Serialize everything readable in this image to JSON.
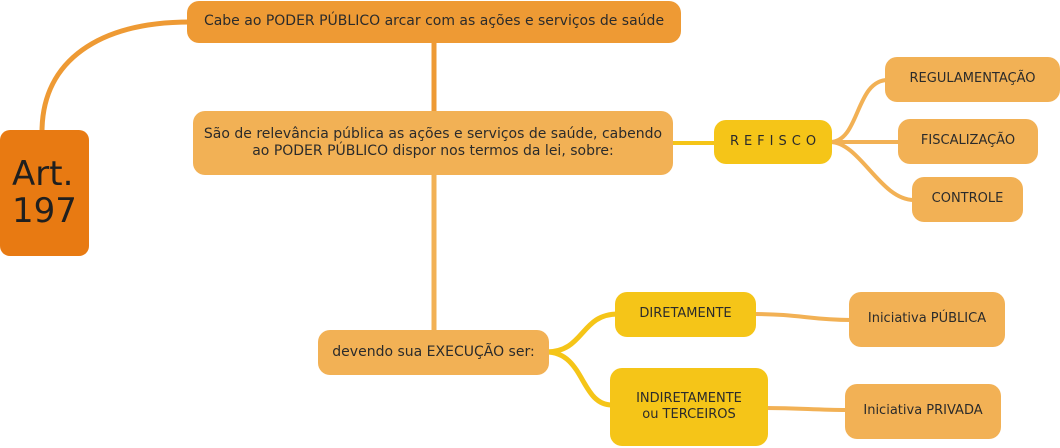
{
  "root": {
    "line1": "Art.",
    "line2": "197"
  },
  "nodes": {
    "n1": "Cabe ao PODER PÚBLICO arcar com as ações e serviços de saúde",
    "n2_line1": "São de relevância pública as ações e serviços de saúde, cabendo",
    "n2_line2": "ao PODER PÚBLICO dispor nos termos da lei, sobre:",
    "n3": "devendo sua EXECUÇÃO ser:",
    "refisco": "REFISCO",
    "regulamentacao": "REGULAMENTAÇÃO",
    "fiscalizacao": "FISCALIZAÇÃO",
    "controle": "CONTROLE",
    "diretamente": "DIRETAMENTE",
    "indiretamente_line1": "INDIRETAMENTE",
    "indiretamente_line2": "ou TERCEIROS",
    "iniciativa_publica": "Iniciativa PÚBLICA",
    "iniciativa_privada": "Iniciativa PRIVADA"
  },
  "colors": {
    "root": "#e87a12",
    "level1": "#ee9a34",
    "level2": "#f2b155",
    "highlight": "#f5c518",
    "connector_orange": "#ee9a34",
    "connector_light": "#f2b155",
    "connector_yellow": "#f5c518"
  }
}
